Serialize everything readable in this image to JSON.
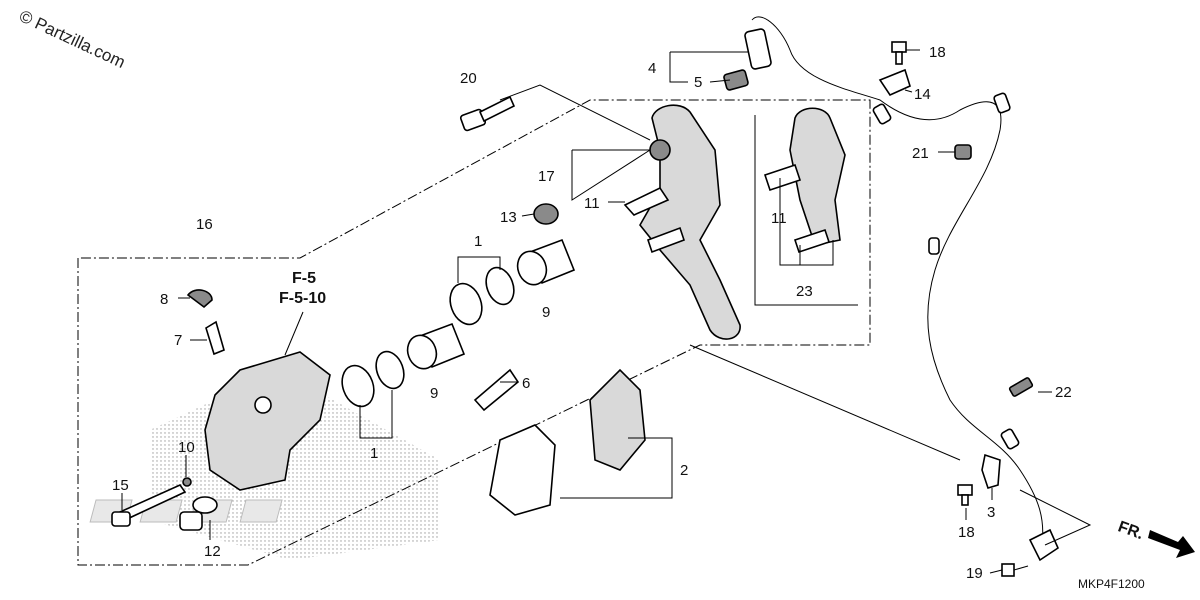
{
  "watermark": "© Partzilla.com",
  "diagram_code": "MKP4F1200",
  "direction_label": "FR.",
  "reference": {
    "line1": "F-5",
    "line2": "F-5-10"
  },
  "callouts": [
    {
      "id": "c4",
      "label": "4"
    },
    {
      "id": "c5",
      "label": "5"
    },
    {
      "id": "c18a",
      "label": "18"
    },
    {
      "id": "c14",
      "label": "14"
    },
    {
      "id": "c20",
      "label": "20"
    },
    {
      "id": "c21",
      "label": "21"
    },
    {
      "id": "c17",
      "label": "17"
    },
    {
      "id": "c11a",
      "label": "11"
    },
    {
      "id": "c11b",
      "label": "11"
    },
    {
      "id": "c13",
      "label": "13"
    },
    {
      "id": "c16",
      "label": "16"
    },
    {
      "id": "c1a",
      "label": "1"
    },
    {
      "id": "c9a",
      "label": "9"
    },
    {
      "id": "c23",
      "label": "23"
    },
    {
      "id": "c8",
      "label": "8"
    },
    {
      "id": "c7",
      "label": "7"
    },
    {
      "id": "c6",
      "label": "6"
    },
    {
      "id": "c9b",
      "label": "9"
    },
    {
      "id": "c1b",
      "label": "1"
    },
    {
      "id": "c22",
      "label": "22"
    },
    {
      "id": "c10",
      "label": "10"
    },
    {
      "id": "c2",
      "label": "2"
    },
    {
      "id": "c15",
      "label": "15"
    },
    {
      "id": "c12",
      "label": "12"
    },
    {
      "id": "c18b",
      "label": "18"
    },
    {
      "id": "c3",
      "label": "3"
    },
    {
      "id": "c19",
      "label": "19"
    }
  ]
}
